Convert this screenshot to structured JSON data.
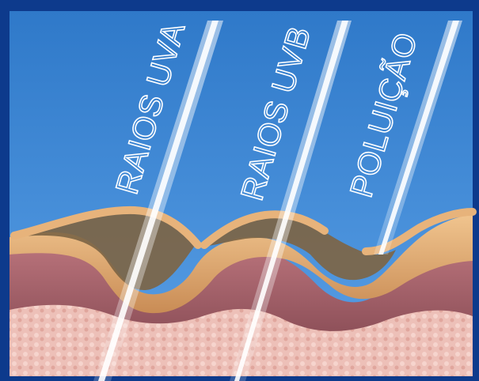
{
  "labels": {
    "uva": "RAIOS UVA",
    "uvb": "RAIOS UVB",
    "pollution": "POLUIÇÃO"
  },
  "colors": {
    "frame": "#0d3a8c",
    "sky_top": "#2f79c9",
    "sky_bottom": "#5aa0e6",
    "epidermis": "#d9a06a",
    "stratum_pocket": "#7d6545",
    "dermis": "#a8656b",
    "hypodermis": "#e9b4ad",
    "ray": "#ffffff"
  }
}
